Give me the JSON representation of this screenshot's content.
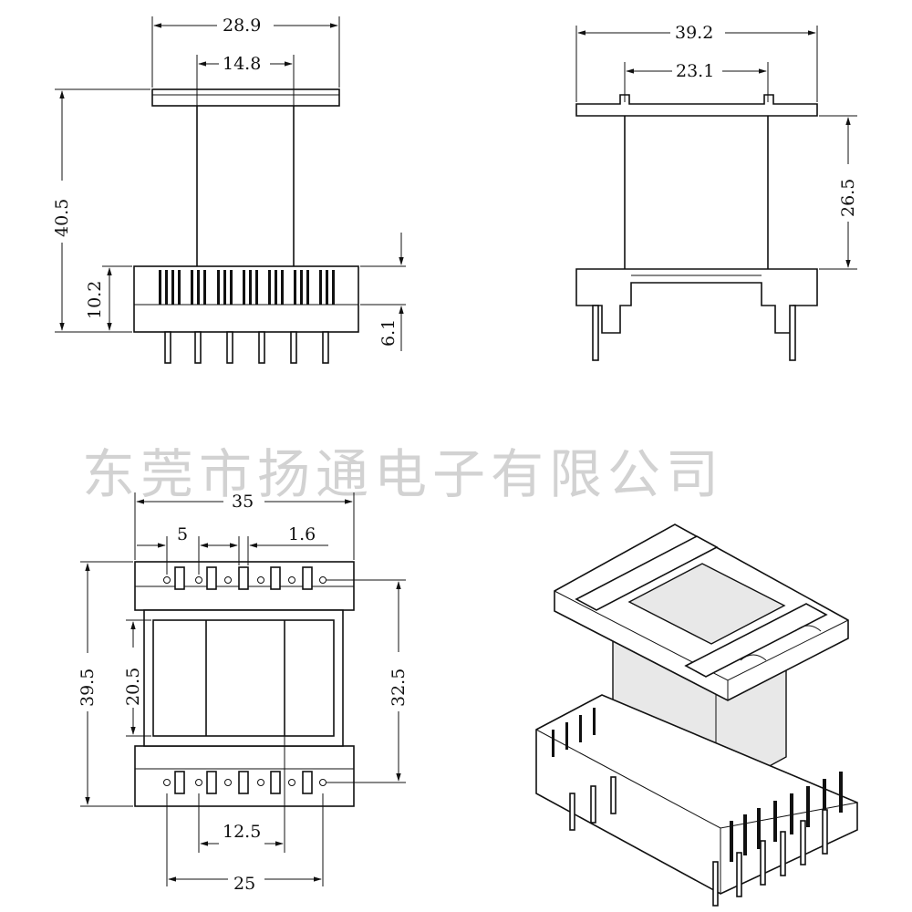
{
  "watermark": "东莞市扬通电子有限公司",
  "views": {
    "front": {
      "dims": {
        "top_flange_width": "28.9",
        "core_width": "14.8",
        "total_height": "40.5",
        "base_height": "10.2",
        "pin_length": "6.1"
      }
    },
    "side": {
      "dims": {
        "top_width": "39.2",
        "inner_width": "23.1",
        "winding_height": "26.5"
      }
    },
    "top": {
      "dims": {
        "width": "35",
        "slot_pitch": "5",
        "slot_width": "1.6",
        "total_length": "39.5",
        "inner_length": "20.5",
        "pin_span": "32.5",
        "core_gap": "12.5",
        "pin_row_width": "25"
      }
    },
    "iso": {
      "label": ""
    }
  }
}
